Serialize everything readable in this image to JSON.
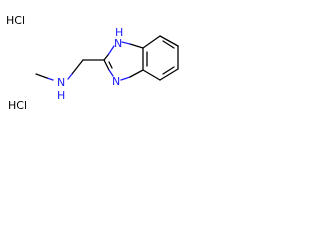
{
  "structure": {
    "salt_top": "HCl",
    "salt_bottom": "HCl",
    "atom_nh_ring": "H",
    "atom_n_ring_top": "N",
    "atom_n_ring_bottom": "N",
    "atom_n_amine": "N",
    "atom_nh_amine": "H"
  },
  "colors": {
    "nitrogen": "#1a1aff",
    "carbon_bond": "#000000",
    "background": "#ffffff"
  }
}
